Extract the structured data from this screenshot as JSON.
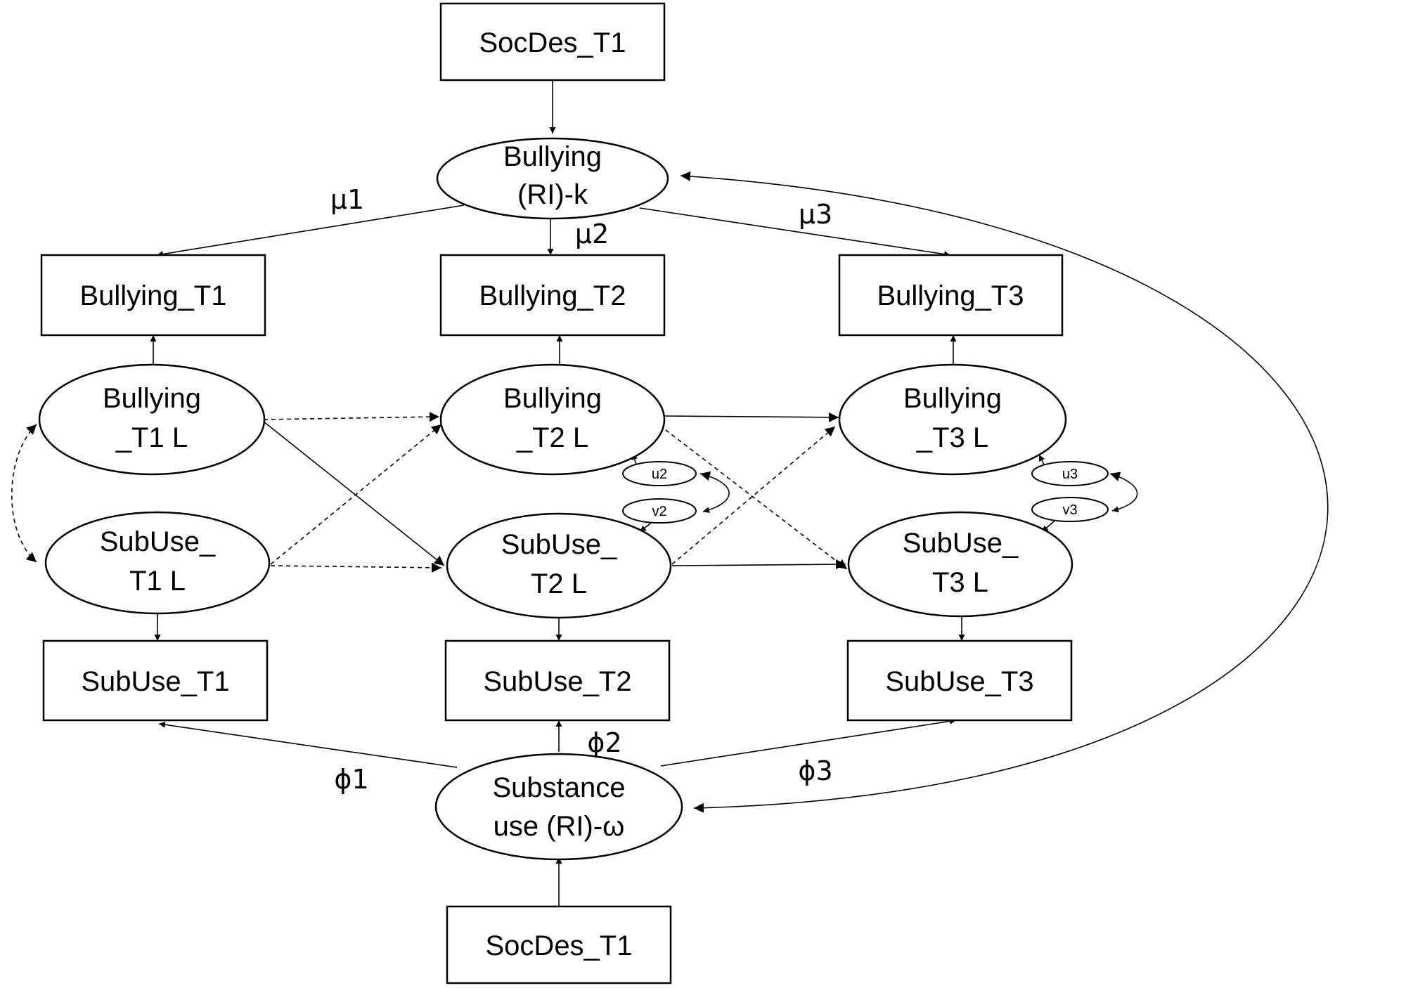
{
  "observed": {
    "socdes_top": "SocDes_T1",
    "bully_t1": "Bullying_T1",
    "bully_t2": "Bullying_T2",
    "bully_t3": "Bullying_T3",
    "subuse_t1": "SubUse_T1",
    "subuse_t2": "SubUse_T2",
    "subuse_t3": "SubUse_T3",
    "socdes_bottom": "SocDes_T1"
  },
  "latent": {
    "bully_ri": [
      "Bullying",
      "(RI)-k"
    ],
    "subuse_ri": [
      "Substance",
      "use (RI)-ω"
    ],
    "bully_t1l": [
      "Bullying",
      "_T1 L"
    ],
    "bully_t2l": [
      "Bullying",
      "_T2 L"
    ],
    "bully_t3l": [
      "Bullying",
      "_T3 L"
    ],
    "subuse_t1l": [
      "SubUse_",
      "T1 L"
    ],
    "subuse_t2l": [
      "SubUse_",
      "T2 L"
    ],
    "subuse_t3l": [
      "SubUse_",
      "T3 L"
    ]
  },
  "residuals": {
    "u2": "u2",
    "v2": "v2",
    "u3": "u3",
    "v3": "v3"
  },
  "loadings": {
    "mu1": "μ1",
    "mu2": "μ2",
    "mu3": "μ3",
    "phi1": "ϕ1",
    "phi2": "ϕ2",
    "phi3": "ϕ3"
  },
  "edge_colors": {
    "line": "#000000",
    "fill": "#ffffff"
  }
}
